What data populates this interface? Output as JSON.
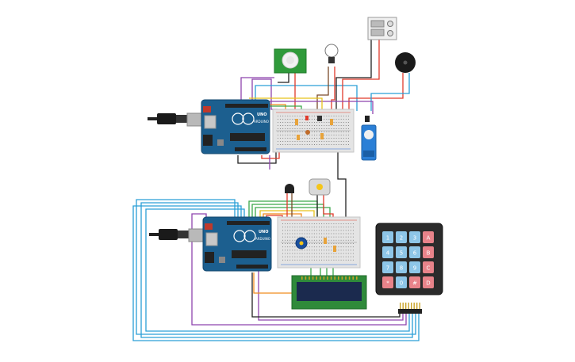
{
  "arduino_top": {
    "brand": "UNO",
    "model": "ARDUINO"
  },
  "arduino_bottom": {
    "brand": "UNO",
    "model": "ARDUINO"
  },
  "keypad": {
    "keys": [
      [
        "1",
        "2",
        "3",
        "A"
      ],
      [
        "4",
        "5",
        "6",
        "B"
      ],
      [
        "7",
        "8",
        "9",
        "C"
      ],
      [
        "*",
        "0",
        "#",
        "D"
      ]
    ]
  },
  "colors": {
    "board": "#1c5f8f",
    "breadboard": "#e4e4e4",
    "wire_purple": "#8e44ad",
    "wire_blue": "#2a9fd6",
    "wire_red": "#e03a2b",
    "wire_green": "#3aa84a",
    "wire_orange": "#f08c1e",
    "wire_yellow": "#e8c21a",
    "wire_brown": "#7a4a2a",
    "wire_black": "#222222"
  }
}
